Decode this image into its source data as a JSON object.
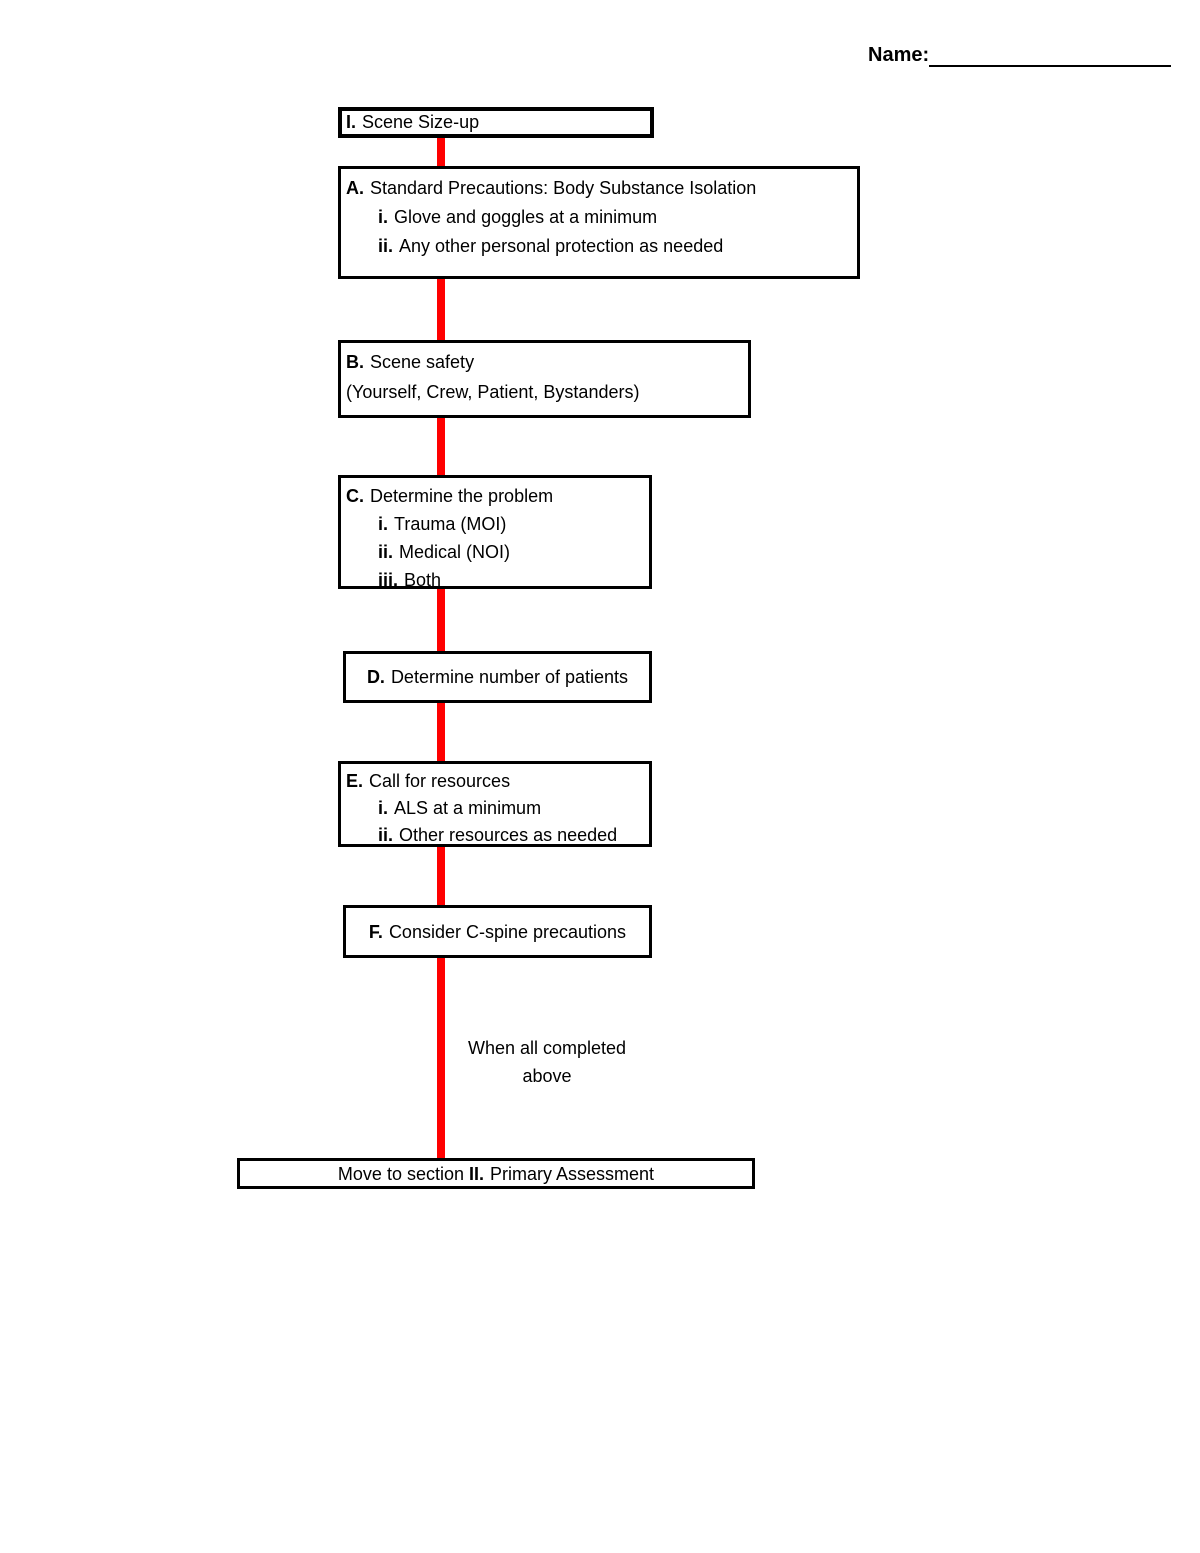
{
  "header": {
    "name_label": "Name:"
  },
  "colors": {
    "connector": "#ff0000",
    "box_border": "#000000",
    "background": "#ffffff",
    "text": "#000000"
  },
  "flowchart": {
    "boxes": {
      "scene_sizeup": {
        "prefix": "I.",
        "title": "Scene Size-up"
      },
      "a": {
        "prefix": "A.",
        "title": "Standard Precautions: Body Substance Isolation",
        "items": [
          {
            "prefix": "i.",
            "text": "Glove and goggles at a minimum"
          },
          {
            "prefix": "ii.",
            "text": "Any other personal protection as needed"
          }
        ]
      },
      "b": {
        "prefix": "B.",
        "title": "Scene safety",
        "subtitle": "(Yourself, Crew, Patient, Bystanders)"
      },
      "c": {
        "prefix": "C.",
        "title": "Determine the problem",
        "items": [
          {
            "prefix": "i.",
            "text": "Trauma (MOI)"
          },
          {
            "prefix": "ii.",
            "text": "Medical (NOI)"
          },
          {
            "prefix": "iii.",
            "text": "Both"
          }
        ]
      },
      "d": {
        "prefix": "D.",
        "title": "Determine number of patients"
      },
      "e": {
        "prefix": "E.",
        "title": "Call for resources",
        "items": [
          {
            "prefix": "i.",
            "text": "ALS at a minimum"
          },
          {
            "prefix": "ii.",
            "text": "Other resources as needed"
          }
        ]
      },
      "f": {
        "prefix": "F.",
        "title": "Consider C-spine precautions"
      }
    },
    "connector_note": {
      "line1": "When all completed",
      "line2": "above"
    },
    "footer_box": {
      "pre": "Move to section",
      "bold": "II.",
      "post": "Primary Assessment"
    }
  }
}
